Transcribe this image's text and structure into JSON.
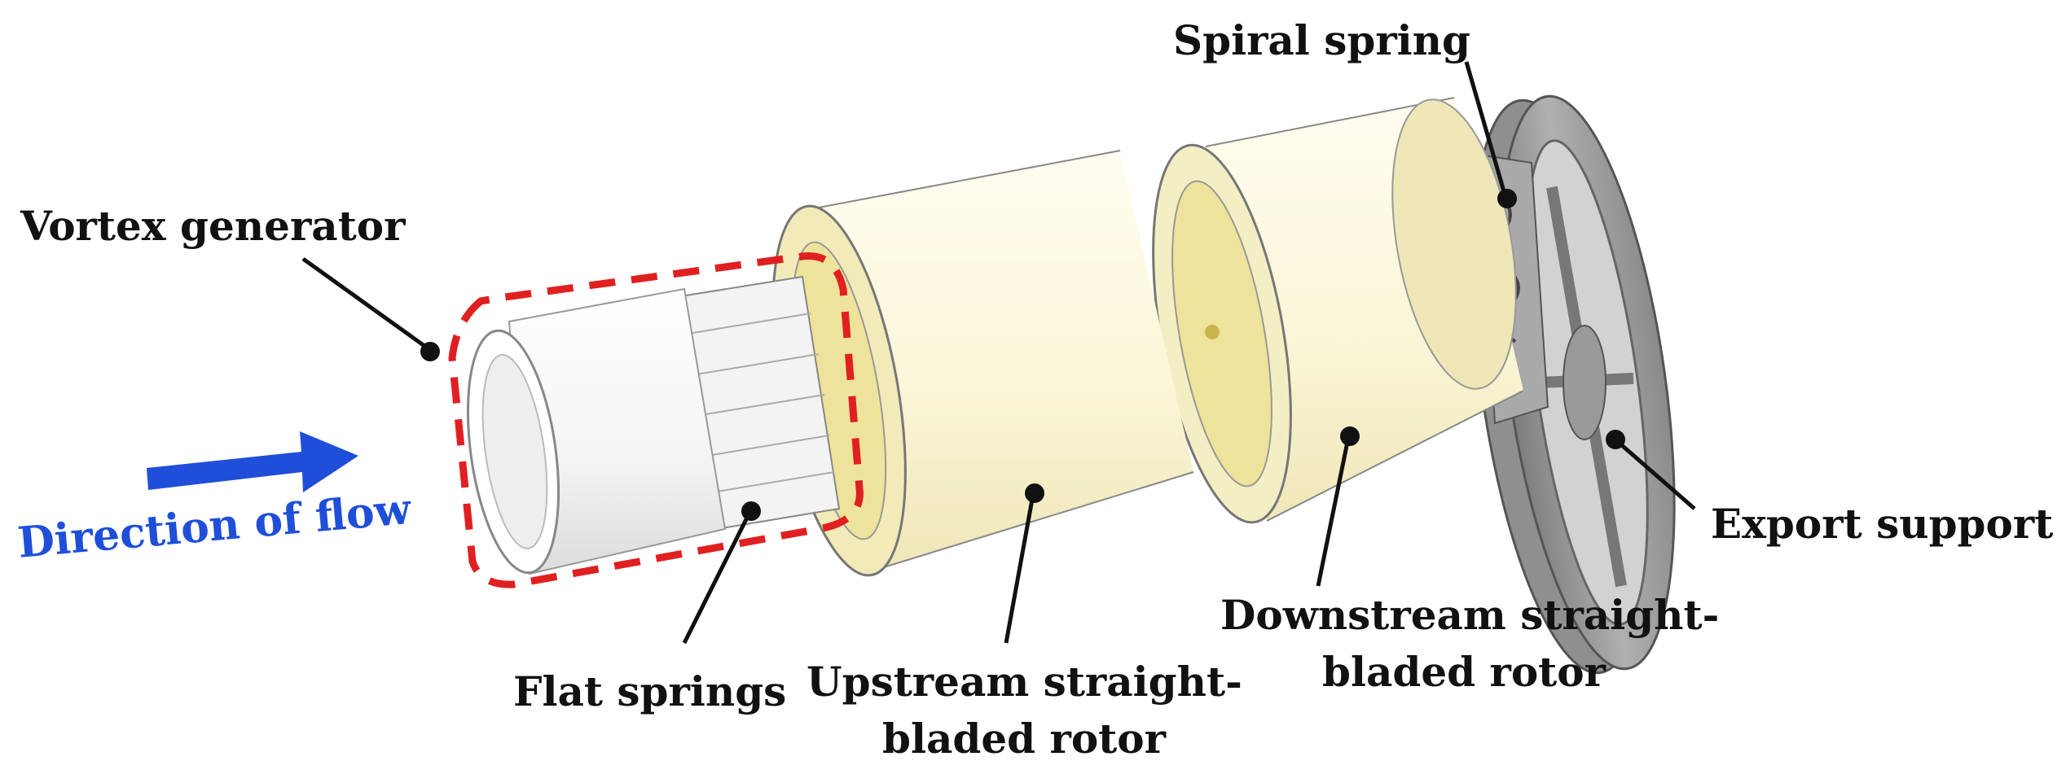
{
  "labels": {
    "vortex_generator": "Vortex generator",
    "spiral_spring": "Spiral spring",
    "export_support": "Export support",
    "flat_springs": "Flat springs",
    "upstream_line1": "Upstream straight-",
    "upstream_line2": "bladed rotor",
    "downstream_line1": "Downstream straight-",
    "downstream_line2": "bladed rotor",
    "direction_of_flow": "Direction of flow"
  },
  "colors": {
    "flow_arrow": "#1f4fd8",
    "dashed_outline": "#e02020",
    "rotor_body": "#fbf7dc",
    "rotor_end": "#eee39a",
    "support": "#9a9a9a",
    "leader": "#111111"
  }
}
